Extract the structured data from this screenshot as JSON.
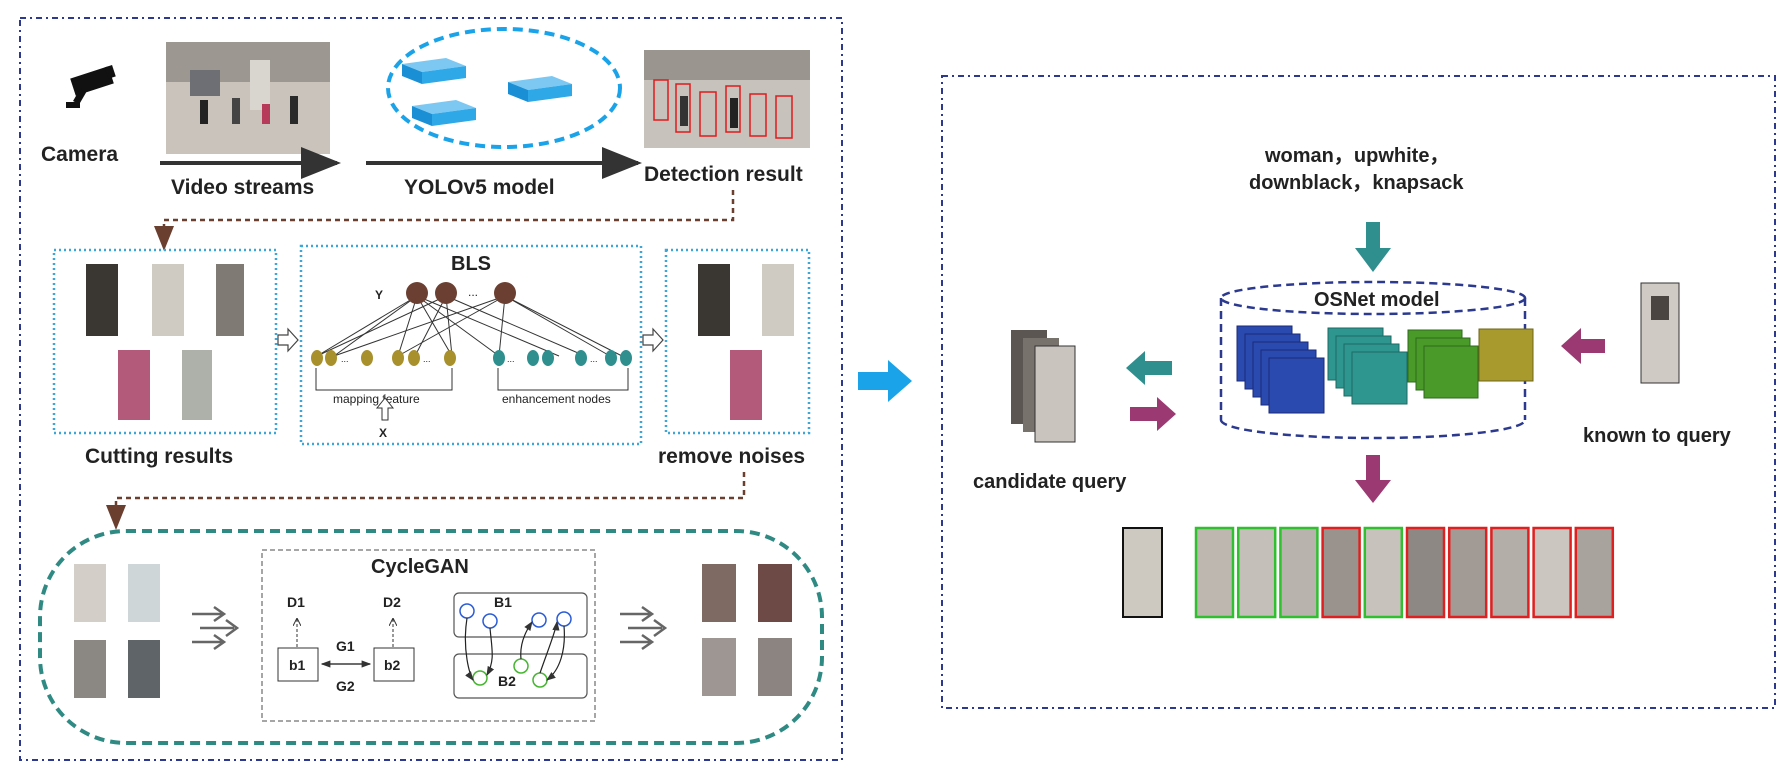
{
  "pipeline": {
    "camera_label": "Camera",
    "video_label": "Video streams",
    "yolo_label": "YOLOv5 model",
    "detection_label": "Detection result",
    "cutting_label": "Cutting results",
    "remove_noises_label": "remove noises"
  },
  "bls": {
    "title": "BLS",
    "y_label": "Y",
    "x_label": "X",
    "dots": "...",
    "mapping_label": "mapping feature",
    "enhancement_label": "enhancement nodes"
  },
  "cyclegan": {
    "title": "CycleGAN",
    "d1": "D1",
    "d2": "D2",
    "b1": "b1",
    "b2": "b2",
    "g1": "G1",
    "g2": "G2",
    "B1": "B1",
    "B2": "B2"
  },
  "reid": {
    "attributes_line1": "woman，upwhite，",
    "attributes_line2": "downblack，knapsack",
    "osnet_label": "OSNet model",
    "candidate_label": "candidate query",
    "known_label": "known to query",
    "result_border_colors": [
      "green",
      "green",
      "green",
      "red",
      "green",
      "red",
      "red",
      "red",
      "red",
      "red"
    ]
  },
  "colors": {
    "frame_blue": "#2b3a8f",
    "cyan_dotted": "#3aa7d8",
    "teal_dashed": "#2f8a84",
    "brown_arrow": "#6b3f2f",
    "teal_arrow": "#2f8f8f",
    "magenta_arrow": "#9b3a72",
    "big_blue_arrow": "#1aa3e8"
  }
}
